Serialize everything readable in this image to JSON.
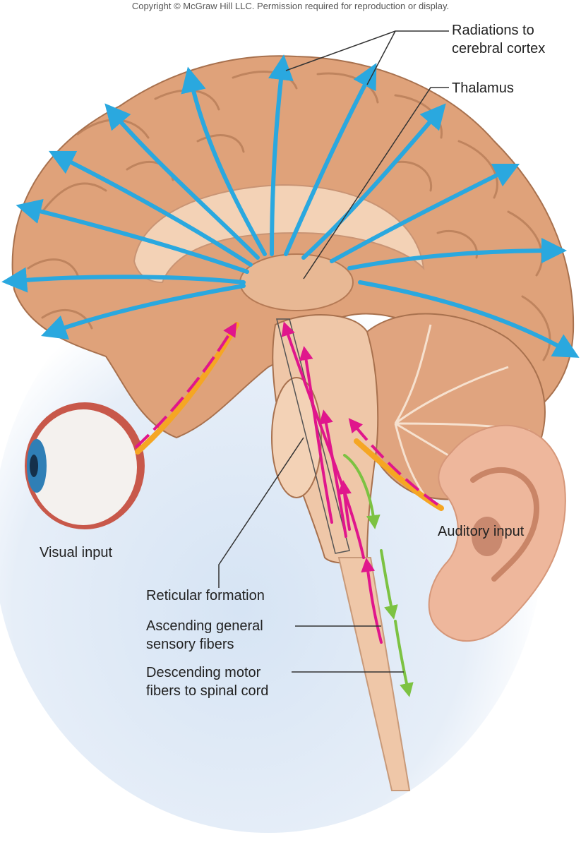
{
  "copyright": "Copyright © McGraw Hill LLC. Permission required for reproduction or display.",
  "labels": {
    "radiations": "Radiations to\ncerebral cortex",
    "thalamus": "Thalamus",
    "visual_input": "Visual input",
    "auditory_input": "Auditory input",
    "reticular_formation": "Reticular formation",
    "ascending": "Ascending general\nsensory fibers",
    "descending": "Descending motor\nfibers to spinal cord"
  },
  "colors": {
    "brain": "#dfa27a",
    "brain_light": "#f3d2b6",
    "arrows_blue": "#2aa8df",
    "sensory_pink": "#e0168c",
    "motor_green": "#7cc242",
    "input_orange": "#f5a623",
    "background_blue": "#dce8f5"
  },
  "icons": [
    "eye-icon",
    "ear-icon"
  ]
}
